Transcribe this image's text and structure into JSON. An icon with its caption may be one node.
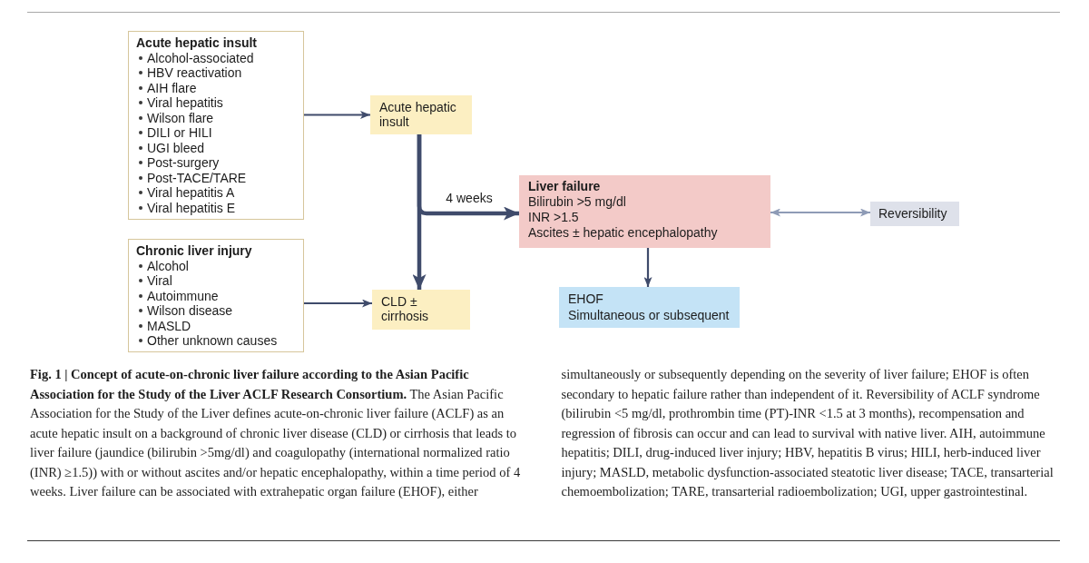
{
  "diagram": {
    "nodes": [
      {
        "text": [
          "Acute hepatic insult",
          "Alcohol-associated",
          "HBV reactivation",
          "AIH flare",
          "Viral hepatitis",
          "Wilson flare",
          "DILI or HILI",
          "UGI bleed",
          "Post-surgery",
          "Post-TACE/TARE",
          "Viral hepatitis A",
          "Viral hepatitis E"
        ]
      },
      {
        "text": [
          "Acute hepatic insult"
        ]
      },
      {
        "text": [
          "Chronic liver injury",
          "Alcohol",
          "Viral",
          "Autoimmune",
          "Wilson disease",
          "MASLD",
          "Other unknown causes"
        ]
      },
      {
        "text": [
          "CLD ± cirrhosis"
        ]
      },
      {
        "text": [
          "Liver failure",
          "Bilirubin >5 mg/dl",
          "INR >1.5",
          "Ascites ± hepatic encephalopathy"
        ]
      },
      {
        "text": [
          "Reversibility"
        ]
      },
      {
        "text": [
          "EHOF",
          "Simultaneous or subsequent"
        ]
      }
    ],
    "edges": [
      {
        "from": 0,
        "to": 1,
        "arrow": "to"
      },
      {
        "from": 2,
        "to": 3,
        "arrow": "to"
      },
      {
        "from": 1,
        "to": 3,
        "arrow": "to",
        "style": "thick"
      },
      {
        "from": 1,
        "to": 4,
        "arrow": "to",
        "style": "thick",
        "label": "4 weeks"
      },
      {
        "from": 4,
        "to": 5,
        "arrow": "both",
        "color": "#8e9bb6"
      },
      {
        "from": 4,
        "to": 6,
        "arrow": "to"
      }
    ],
    "caption": "**Fig. 1 | Concept of acute-on-chronic liver failure according to the Asian Pacific Association for the Study of the Liver ACLF Research Consortium.** The Asian Pacific Association for the Study of the Liver defines acute-on-chronic liver failure (ACLF) as an acute hepatic insult on a background of chronic liver disease (CLD) or cirrhosis that leads to liver failure (jaundice (bilirubin >5mg/dl) and coagulopathy (international normalized ratio (INR) ≥1.5)) with or without ascites and/or hepatic encephalopathy, within a time period of 4 weeks. Liver failure can be associated with extrahepatic organ failure (EHOF), either simultaneously or subsequently depending on the severity of liver failure; EHOF is often secondary to hepatic failure rather than independent of it. Reversibility of ACLF syndrome (bilirubin <5 mg/dl, prothrombin time (PT)-INR <1.5 at 3 months), recompensation and regression of fibrosis can occur and can lead to survival with native liver. AIH, autoimmune hepatitis; DILI, drug-induced liver injury; HBV, hepatitis B virus; HILI, herb-induced liver injury; MASLD, metabolic dysfunction-associated steatotic liver disease; TACE, transarterial chemoembolization; TARE, transarterial radioembolization; UGI, upper gastrointestinal."
  }
}
